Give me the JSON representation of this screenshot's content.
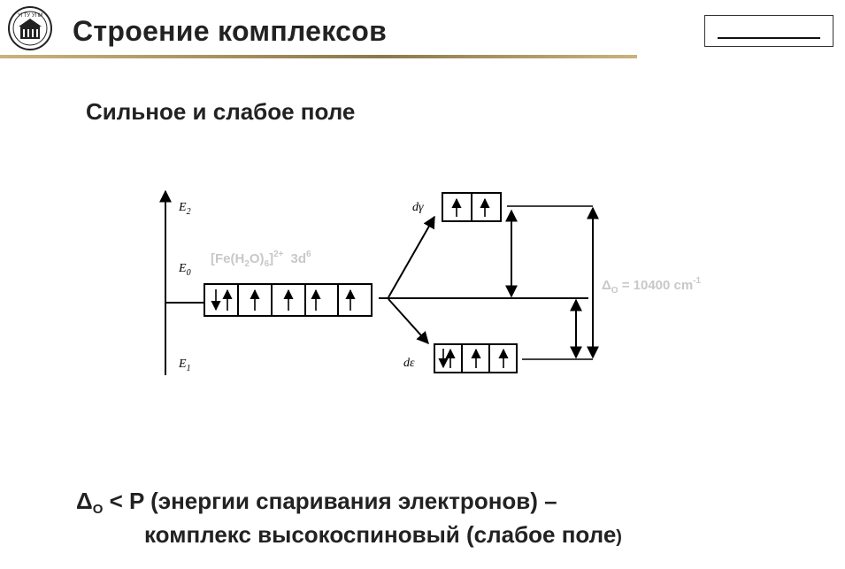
{
  "header": {
    "title": "Строение комплексов",
    "logo_text": "УГТУ УПИ"
  },
  "subtitle": "Сильное и слабое поле",
  "diagram": {
    "energy_labels": {
      "e2": "E",
      "e2_sub": "2",
      "e0": "E",
      "e0_sub": "0",
      "e1": "E",
      "e1_sub": "1"
    },
    "complex_label": {
      "main": "[Fe(H",
      "sub1": "2",
      "mid": "O)",
      "sub2": "6",
      "close": "]",
      "sup": "2+",
      "config": "3d",
      "config_sup": "6"
    },
    "level_labels": {
      "d_gamma": "dγ",
      "d_epsilon": "dε"
    },
    "delta_label": {
      "symbol": "Δ",
      "sub": "O",
      "value": " = 10400 cm",
      "sup": "-1"
    },
    "orbitals": {
      "initial": [
        "↓↑",
        "↑",
        "↑",
        "↑",
        "↑"
      ],
      "upper": [
        "↑",
        "↑"
      ],
      "lower": [
        "↓↑",
        "↑",
        "↑"
      ]
    },
    "label_color": "#c8c8c8"
  },
  "bottom": {
    "delta": "Δ",
    "delta_sub": "O",
    "line1_rest": " <  P (энергии спаривания электронов) –",
    "line2": "комплекс высокоспиновый (слабое поле",
    "line2_paren": ")"
  }
}
